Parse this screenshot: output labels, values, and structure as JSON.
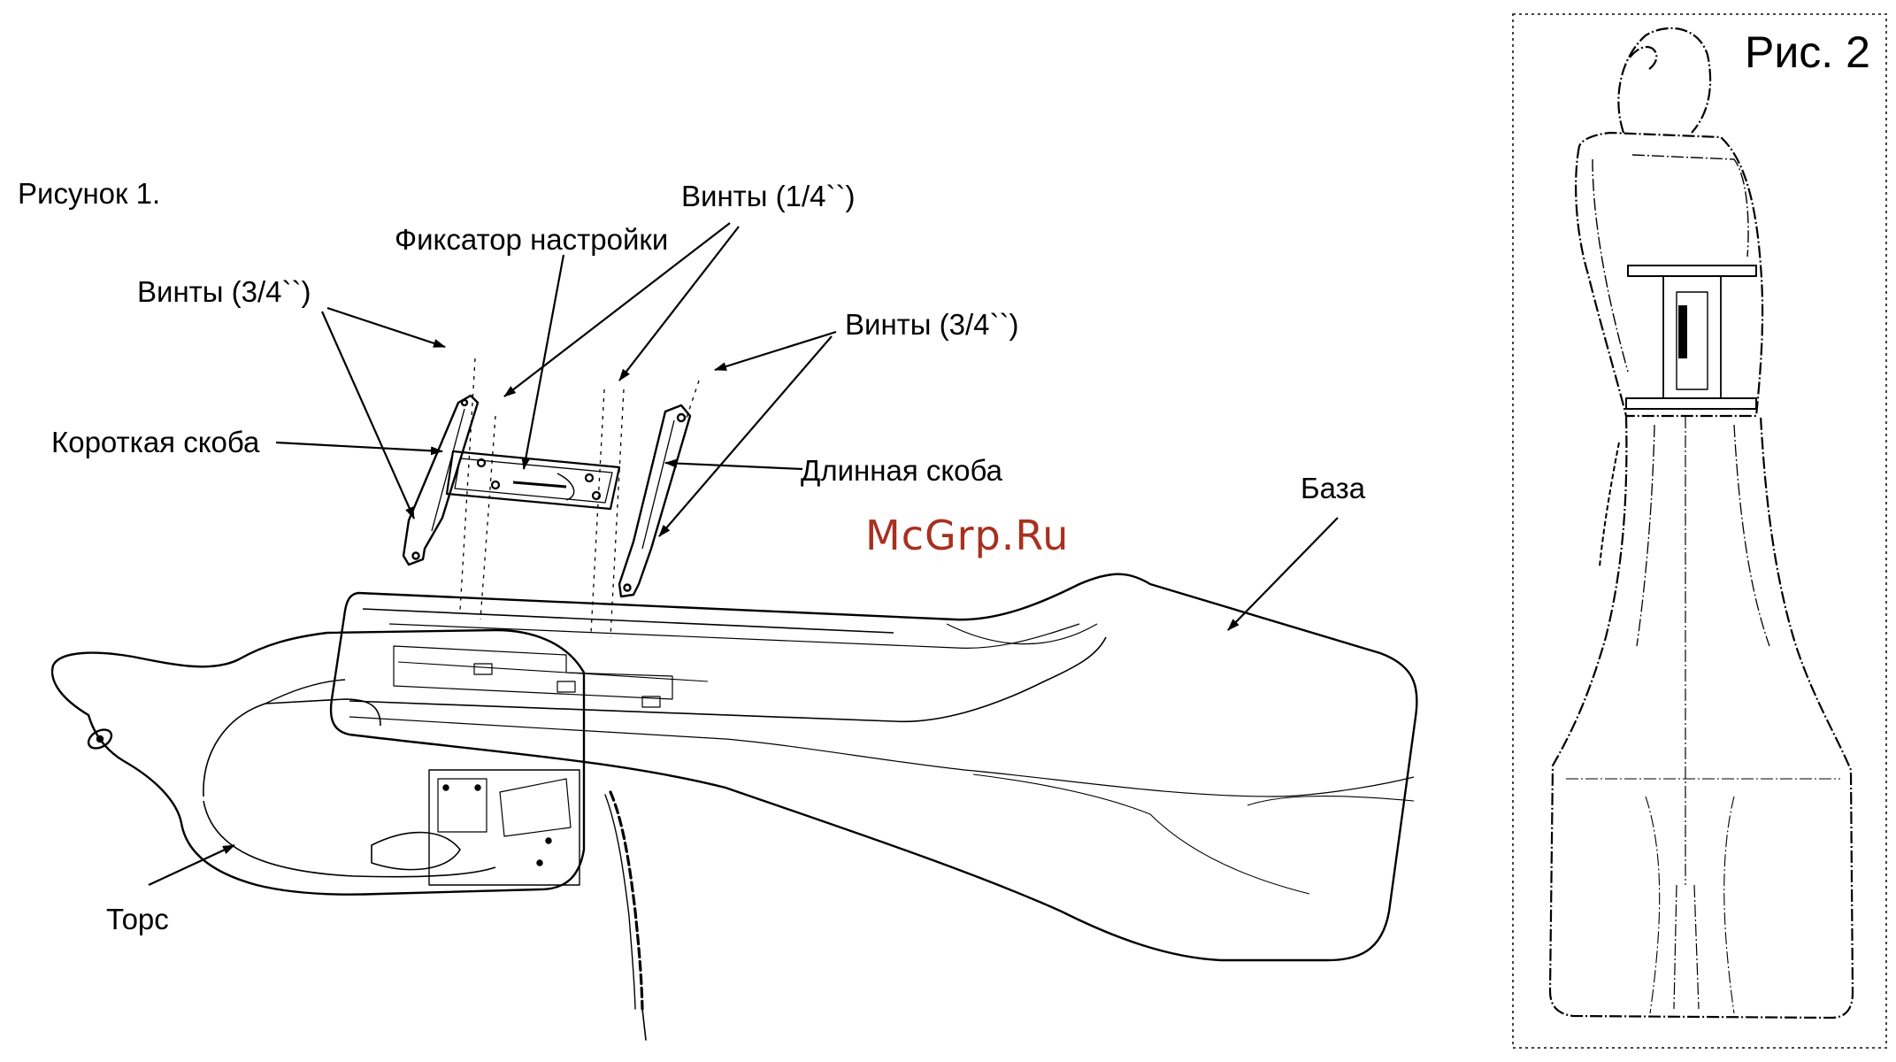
{
  "figure1": {
    "caption": "Рисунок 1.",
    "labels": {
      "screws_quarter": "Винты (1/4``)",
      "lock": "Фиксатор настройки",
      "screws_left": "Винты (3/4``)",
      "screws_right": "Винты (3/4``)",
      "short_bracket": "Короткая скоба",
      "long_bracket": "Длинная скоба",
      "base": "База",
      "torso": "Торс"
    }
  },
  "figure2": {
    "title": "Рис. 2"
  },
  "watermark": "McGrp.Ru",
  "colors": {
    "line": "#000000",
    "watermark": "#a8301f",
    "frame": "#444444"
  }
}
